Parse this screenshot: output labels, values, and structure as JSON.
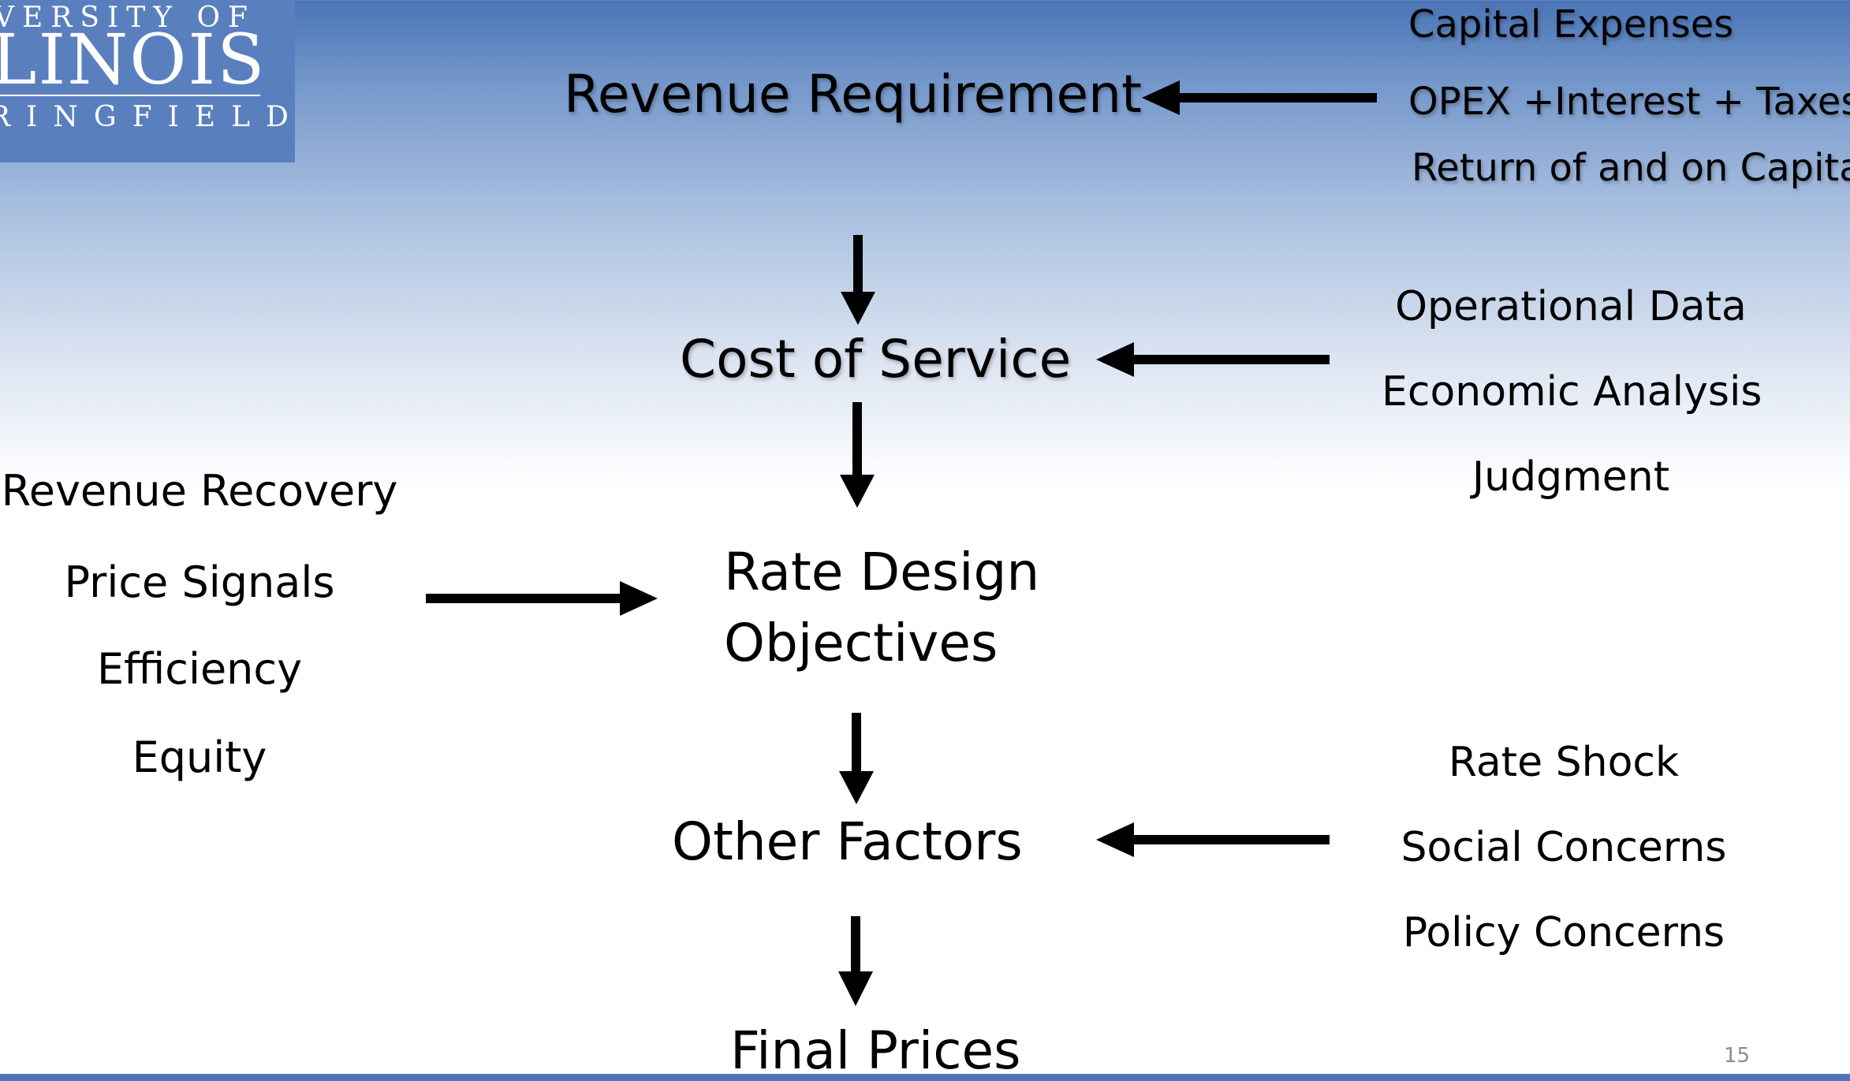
{
  "logo": {
    "line1": "VERSITY OF",
    "line2": "LINOIS",
    "line3": "RINGFIELD"
  },
  "flow": {
    "revenue_requirement": "Revenue Requirement",
    "cost_of_service": "Cost of Service",
    "rate_design_1": "Rate Design",
    "rate_design_2": "Objectives",
    "other_factors": "Other Factors",
    "final_prices": "Final Prices"
  },
  "inputs_revenue": [
    "Capital Expenses",
    "OPEX +Interest + Taxes",
    "Return of and on Capital"
  ],
  "inputs_cost": [
    "Operational Data",
    "Economic Analysis",
    "Judgment"
  ],
  "inputs_rate_design": [
    "Revenue Recovery",
    "Price Signals",
    "Efficiency",
    "Equity"
  ],
  "inputs_other": [
    "Rate Shock",
    "Social Concerns",
    "Policy Concerns"
  ],
  "page_number": "15"
}
